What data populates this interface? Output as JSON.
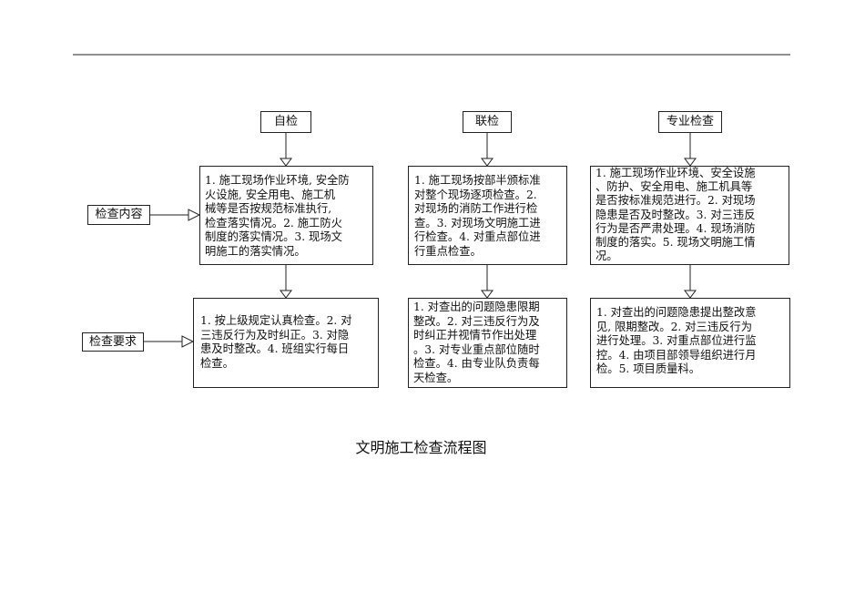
{
  "headers": {
    "self_check": "自检",
    "joint_check": "联检",
    "special_check": "专业检查"
  },
  "row_labels": {
    "content": "检查内容",
    "requirements": "检查要求"
  },
  "self_check": {
    "content": [
      "1. 施工现场作业环境, 安全防",
      "火设施, 安全用电、施工机",
      "械等是否按规范标准执行,",
      "检查落实情况。2. 施工防火",
      "制度的落实情况。3. 现场文",
      "明施工的落实情况。"
    ],
    "requirements": [
      "1. 按上级规定认真检查。2. 对",
      "三违反行为及时纠正。3. 对隐",
      "患及时整改。4. 班组实行每日",
      "检查。"
    ]
  },
  "joint_check": {
    "content": [
      "1. 施工现场按部半颁标准",
      "对整个现场逐项检查。2.",
      "对现场的消防工作进行检",
      "查。3. 对现场文明施工进",
      "行检查。4. 对重点部位进",
      "行重点检查。"
    ],
    "requirements": [
      "1. 对查出的问题隐患限期",
      "整改。2. 对三违反行为及",
      "时纠正并视情节作出处理",
      "。3. 对专业重点部位随时",
      "检查。4. 由专业队负责每",
      "天检查。"
    ]
  },
  "special_check": {
    "content": [
      "1. 施工现场作业环境、安全设施",
      "、防护、安全用电、施工机具等",
      "是否按标准规范进行。2. 对现场",
      "隐患是否及时整改。3. 对三违反",
      "行为是否严肃处理。4. 现场消防",
      "制度的落实。5. 现场文明施工情",
      "况。"
    ],
    "requirements": [
      "1. 对查出的问题隐患提出整改意",
      "见, 限期整改。2. 对三违反行为",
      "进行处理。3. 对重点部位进行监",
      "控。4. 由项目部领导组织进行月",
      "检。5. 项目质量科。"
    ]
  },
  "title": "文明施工检查流程图"
}
